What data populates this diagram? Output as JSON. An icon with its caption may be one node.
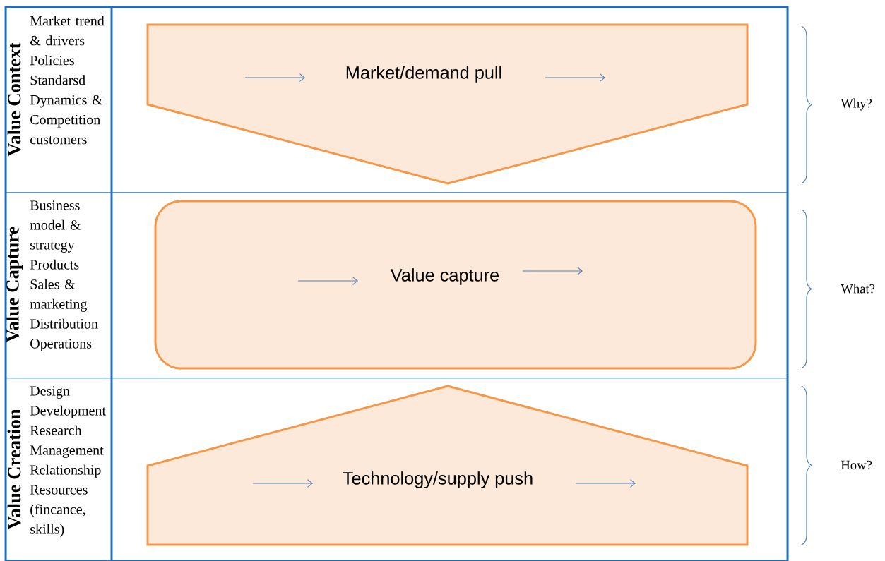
{
  "diagram": {
    "nodes": [
      {
        "text": [
          "Value Context",
          "Market trend & drivers",
          "Policies",
          "Standarsd",
          "Dynamics & Competition",
          "customers"
        ]
      },
      {
        "text": [
          "Value Capture",
          "Business model & strategy",
          "Products",
          "Sales & marketing",
          "Distribution",
          "Operations"
        ]
      },
      {
        "text": [
          "Value Creation",
          "Design",
          "Development",
          "Research",
          "Management",
          "Relationship",
          "Resources (fincance, skills)"
        ]
      },
      {
        "text": [
          "Market/demand pull"
        ],
        "in": 0
      },
      {
        "text": [
          "Value capture"
        ],
        "in": 1
      },
      {
        "text": [
          "Technology/supply push"
        ],
        "in": 2
      }
    ],
    "labels": [
      "Why?",
      "What?",
      "How?"
    ]
  }
}
